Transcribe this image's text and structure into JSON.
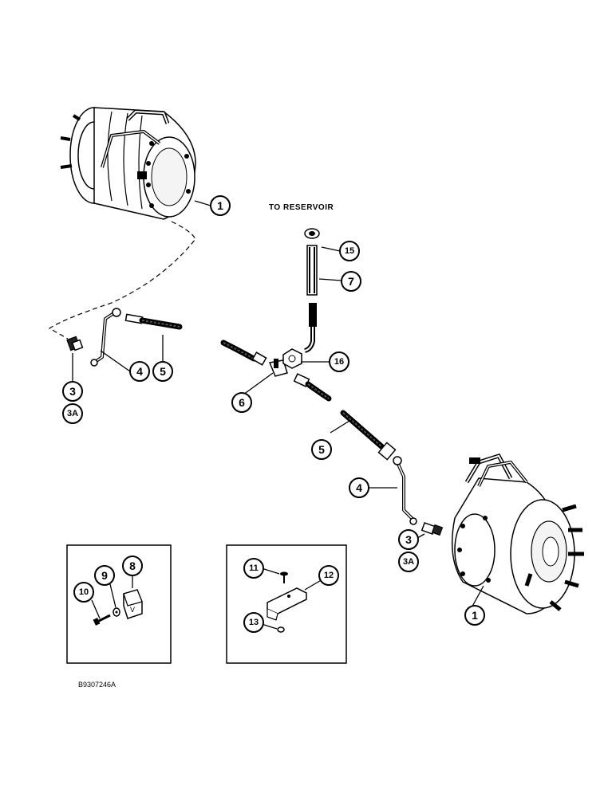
{
  "diagram": {
    "note_to_reservoir": "TO RESERVOIR",
    "drawing_code": "B9307246A",
    "callouts": [
      {
        "id": "motor-top",
        "label": "1"
      },
      {
        "id": "motor-bottom",
        "label": "1"
      },
      {
        "id": "fitting-left",
        "label": "3"
      },
      {
        "id": "fitting-left-alt",
        "label": "3A"
      },
      {
        "id": "fitting-right",
        "label": "3"
      },
      {
        "id": "fitting-right-alt",
        "label": "3A"
      },
      {
        "id": "tube-left",
        "label": "4"
      },
      {
        "id": "tube-right",
        "label": "4"
      },
      {
        "id": "hose-left",
        "label": "5"
      },
      {
        "id": "hose-right",
        "label": "5"
      },
      {
        "id": "tee",
        "label": "6"
      },
      {
        "id": "reservoir-hose",
        "label": "7"
      },
      {
        "id": "block",
        "label": "8"
      },
      {
        "id": "washer",
        "label": "9"
      },
      {
        "id": "bolt",
        "label": "10"
      },
      {
        "id": "screw",
        "label": "11"
      },
      {
        "id": "bracket",
        "label": "12"
      },
      {
        "id": "nut",
        "label": "13"
      },
      {
        "id": "cap",
        "label": "15"
      },
      {
        "id": "adapter",
        "label": "16"
      }
    ]
  }
}
